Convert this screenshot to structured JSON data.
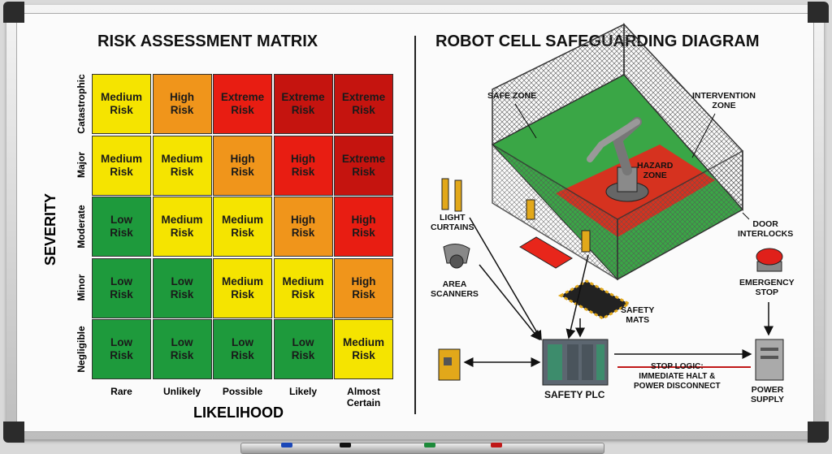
{
  "matrix": {
    "title": "RISK ASSESSMENT MATRIX",
    "severity_label": "SEVERITY",
    "likelihood_label": "LIKELIHOOD",
    "severity_levels": [
      "Catastrophic",
      "Major",
      "Moderate",
      "Minor",
      "Negligible"
    ],
    "likelihood_levels": [
      "Rare",
      "Unlikely",
      "Possible",
      "Likely",
      "Almost\nCertain"
    ],
    "rows": [
      [
        "Medium\nRisk",
        "High\nRisk",
        "Extreme\nRisk",
        "Extreme\nRisk",
        "Extreme\nRisk"
      ],
      [
        "Medium\nRisk",
        "Medium\nRisk",
        "High\nRisk",
        "High\nRisk",
        "Extreme\nRisk"
      ],
      [
        "Low\nRisk",
        "Medium\nRisk",
        "Medium\nRisk",
        "High\nRisk",
        "High\nRisk"
      ],
      [
        "Low\nRisk",
        "Low\nRisk",
        "Medium\nRisk",
        "Medium\nRisk",
        "High\nRisk"
      ],
      [
        "Low\nRisk",
        "Low\nRisk",
        "Low\nRisk",
        "Low\nRisk",
        "Medium\nRisk"
      ]
    ],
    "colors": [
      [
        "#f5e400",
        "#f0951b",
        "#e81d12",
        "#c5140f",
        "#c5140f"
      ],
      [
        "#f5e400",
        "#f5e400",
        "#f0951b",
        "#e81d12",
        "#c5140f"
      ],
      [
        "#1e9a3c",
        "#f5e400",
        "#f5e400",
        "#f0951b",
        "#e81d12"
      ],
      [
        "#1e9a3c",
        "#1e9a3c",
        "#f5e400",
        "#f5e400",
        "#f0951b"
      ],
      [
        "#1e9a3c",
        "#1e9a3c",
        "#1e9a3c",
        "#1e9a3c",
        "#f5e400"
      ]
    ]
  },
  "diagram": {
    "title": "ROBOT CELL SAFEGUARDING DIAGRAM",
    "labels": {
      "safe_zone": "SAFE ZONE",
      "intervention_zone": "INTERVENTION\nZONE",
      "hazard_zone": "HAZARD\nZONE",
      "light_curtains": "LIGHT\nCURTAINS",
      "door_interlocks": "DOOR\nINTERLOCKS",
      "area_scanners": "AREA\nSCANNERS",
      "emergency_stop": "EMERGENCY\nSTOP",
      "safety_mats": "SAFETY\nMATS",
      "safety_plc": "SAFETY PLC",
      "stop_logic": "STOP LOGIC:\nIMMEDIATE HALT &\nPOWER DISCONNECT",
      "power_supply": "POWER\nSUPPLY"
    }
  }
}
